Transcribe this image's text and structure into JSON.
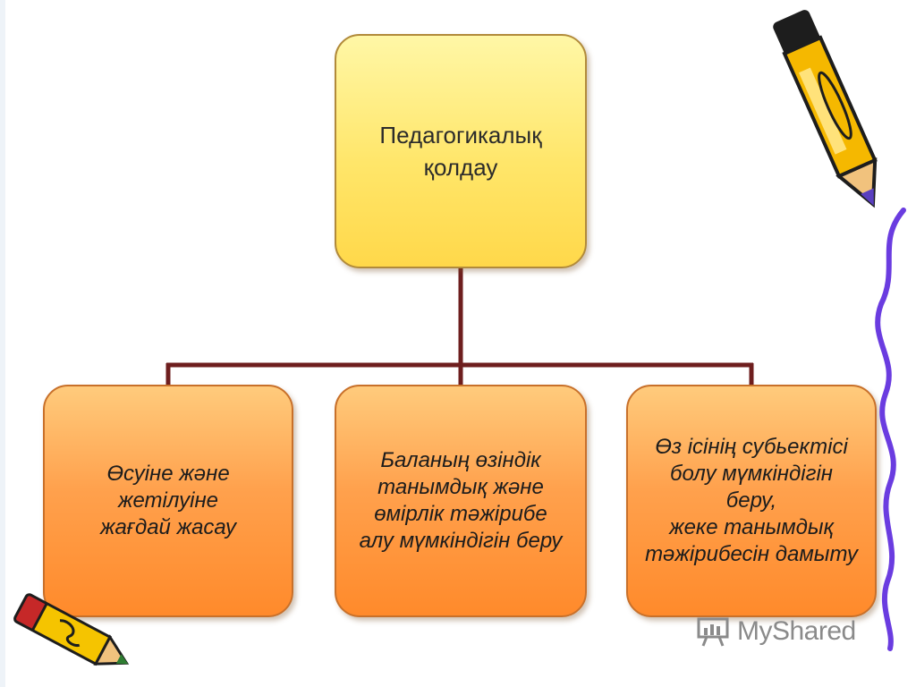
{
  "diagram": {
    "root": {
      "label": "Педагогикалық қолдау"
    },
    "children": [
      {
        "label": "Өсуіне және\nжетілуіне\nжағдай жасау"
      },
      {
        "label": "Баланың өзіндік\nтанымдық және\nөмірлік тәжірибе\nалу мүмкіндігін беру"
      },
      {
        "label": "Өз ісінің субьектісі\nболу мүмкіндігін\nберу,\nжеке танымдық\nтәжірибесін дамыту"
      }
    ],
    "connector_color": "#6e1e1e"
  },
  "watermark": {
    "text": "MyShared",
    "icon": "presentation-board-icon"
  },
  "decorations": {
    "top_pencil": "pencil-icon",
    "bottom_pencil": "pencil-icon",
    "squiggle": "purple-squiggle-line"
  }
}
